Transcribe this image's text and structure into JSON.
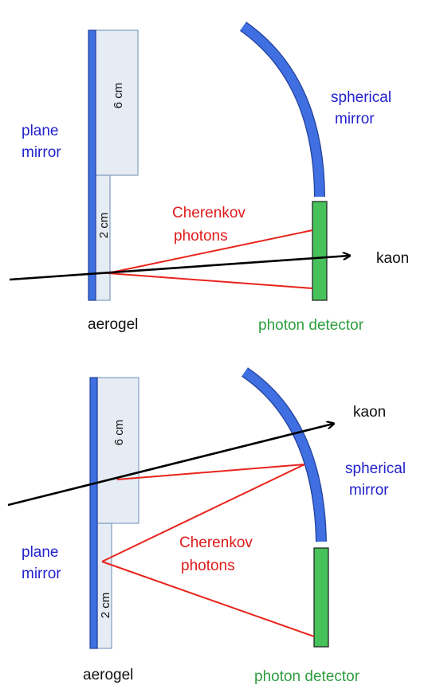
{
  "colors": {
    "mirror_blue": "#3f6fe0",
    "mirror_stroke": "#22409a",
    "aerogel_fill": "#e6ecf3",
    "aerogel_stroke": "#7f9cc0",
    "detector_green": "#47c15a",
    "photon_red": "#e8241c",
    "kaon_black": "#000000",
    "label_blue": "#2222cc",
    "label_red": "#e01b1b",
    "label_green": "#2f9e3f"
  },
  "top_panel": {
    "plane_mirror_line1": "plane",
    "plane_mirror_line2": "mirror",
    "spherical_mirror_line1": "spherical",
    "spherical_mirror_line2": "mirror",
    "cherenkov_line1": "Cherenkov",
    "cherenkov_line2": "photons",
    "kaon_label": "kaon",
    "aerogel_label": "aerogel",
    "photon_detector_label": "photon detector",
    "thick_layer_label": "6 cm",
    "thin_layer_label": "2 cm"
  },
  "bottom_panel": {
    "plane_mirror_line1": "plane",
    "plane_mirror_line2": "mirror",
    "spherical_mirror_line1": "spherical",
    "spherical_mirror_line2": "mirror",
    "cherenkov_line1": "Cherenkov",
    "cherenkov_line2": "photons",
    "kaon_label": "kaon",
    "aerogel_label": "aerogel",
    "photon_detector_label": "photon detector",
    "thick_layer_label": "6 cm",
    "thin_layer_label": "2 cm"
  }
}
